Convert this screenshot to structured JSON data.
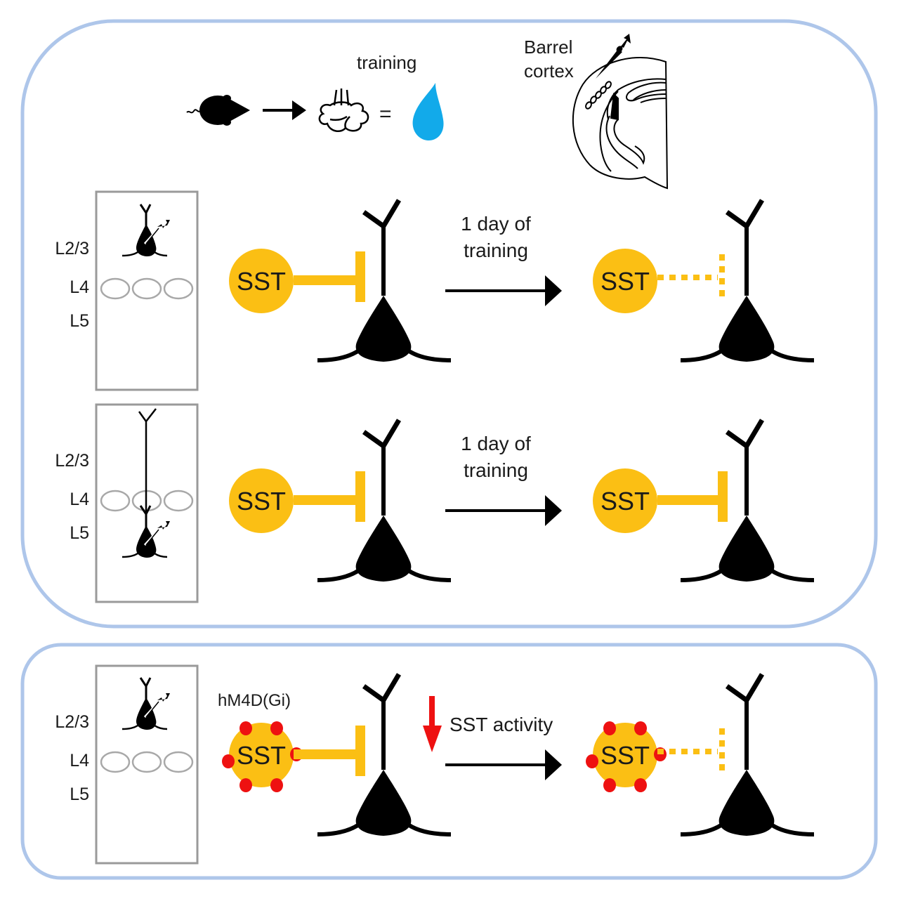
{
  "colors": {
    "panel_border": "#aec6ea",
    "sst_fill": "#fbbf14",
    "water_drop": "#12aaea",
    "dreadd_dot": "#ee1111",
    "red_arrow": "#ee1111",
    "layer_box": "#9a9a9a",
    "barrel": "#a8a8a8",
    "neuron": "#000000"
  },
  "header": {
    "training_label": "training",
    "equals": "=",
    "barrel_cortex_line1": "Barrel",
    "barrel_cortex_line2": "cortex",
    "icons": [
      "mouse-icon",
      "arrow-right-icon",
      "air-puff-icon",
      "water-drop-icon",
      "brain-section-icon",
      "recording-electrode-icon"
    ]
  },
  "panels": [
    {
      "id": "training-l23",
      "layers": [
        "L2/3",
        "L4",
        "L5"
      ],
      "recorded_layer": "L2/3",
      "before": {
        "cell": "SST",
        "synapse": "solid"
      },
      "arrow_label_line1": "1 day of",
      "arrow_label_line2": "training",
      "after": {
        "cell": "SST",
        "synapse": "dashed"
      }
    },
    {
      "id": "training-l5",
      "layers": [
        "L2/3",
        "L4",
        "L5"
      ],
      "recorded_layer": "L5",
      "before": {
        "cell": "SST",
        "synapse": "solid"
      },
      "arrow_label_line1": "1 day of",
      "arrow_label_line2": "training",
      "after": {
        "cell": "SST",
        "synapse": "solid"
      }
    },
    {
      "id": "chemogenetic-l23",
      "layers": [
        "L2/3",
        "L4",
        "L5"
      ],
      "recorded_layer": "L2/3",
      "receptor_label": "hM4D(Gi)",
      "before": {
        "cell": "SST",
        "synapse": "solid"
      },
      "arrow_label": "SST activity",
      "arrow_label_prefix_icon": "down-arrow-icon",
      "after": {
        "cell": "SST",
        "synapse": "dashed"
      }
    }
  ]
}
